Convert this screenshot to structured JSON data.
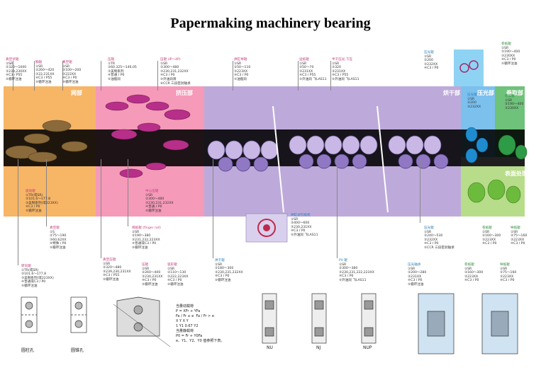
{
  "title": "Papermaking machinery bearing",
  "sections": [
    {
      "key": "wire",
      "label": "网部",
      "color": "#f6ad55"
    },
    {
      "key": "press",
      "label": "挤压部",
      "color": "#f48fb1"
    },
    {
      "key": "dryer",
      "label": "烘干部",
      "color": "#b39ddb"
    },
    {
      "key": "calender",
      "label": "压光部",
      "color": "#64b5f6"
    },
    {
      "key": "reel",
      "label": "卷取部",
      "color": "#66bb6a"
    },
    {
      "key": "coat",
      "label": "表面处理",
      "color": "#aed581"
    }
  ],
  "top_notes": [
    [
      "真空伏辊",
      "①SR",
      "②320～1000",
      "③239,230XX",
      "④C3 / P55",
      "⑤循环注油"
    ],
    [
      "胸辊",
      "①SR",
      "②260～420",
      "③22,231XX",
      "④C3 / P55",
      "⑤循环注油"
    ],
    [
      "真空辊",
      "①SR",
      "②100～200",
      "③222XX",
      "④C3 / P0",
      "⑤循环注油"
    ],
    [
      "压辊",
      "①TR",
      "②60.325～146.05",
      "③美制系列",
      "④普通 / P0",
      "⑤油脂润"
    ],
    [
      "压辊 (IP～4P)",
      "①SR",
      "②300～480",
      "③230,231,232XX",
      "④C3 / P0",
      "⑤外油润滑",
      "⑥CCR 三段密封轴承"
    ],
    [
      "烘缸导辊",
      "①SR",
      "②50～110",
      "③223XX",
      "④C3 / P0",
      "⑤油脂润"
    ],
    [
      "运纸辊",
      "①SR",
      "②50～70",
      "③231XX",
      "④C3 / P55",
      "⑤外油润 飞LAS11"
    ],
    [
      "半干压光,下压",
      "①SR",
      "②320",
      "③231XX",
      "④C3 / P55",
      "⑤外油润 飞LAS11"
    ],
    [
      "压光辊",
      "①SR",
      "②200",
      "③232XX",
      "④C3 / P0"
    ],
    [
      "卷纸辊",
      "①SR",
      "②190～400",
      "③230XX",
      "④C3 / P0",
      "⑤循环注油"
    ]
  ],
  "bottom_notes": [
    [
      "驱动辊",
      "①TR(或SR)",
      "②101.6～177.8",
      "③美制系列(或223XX)",
      "④C3 / P0",
      "⑤循环注油"
    ],
    [
      "真空辊",
      "①S",
      "②75～190",
      "③60,62XX",
      "④特殊 / P0",
      "⑤循环注油"
    ],
    [
      "转向辊",
      "①TR(或SR)",
      "②101.6～177.8",
      "③美制系列(或223XX)",
      "④普通或C3 / P0",
      "⑤循环注油"
    ],
    [
      "中心压辊",
      "①SR",
      "②300～480",
      "③230,231,232XX",
      "④普通 / P0",
      "⑤循环注油"
    ],
    [
      "揭纸辊 (finger roll)",
      "①SR",
      "②190～380",
      "③231,232,223XX",
      "④普通或C3 / P0",
      "⑤循环注油"
    ],
    [
      "真空压辊",
      "①SR",
      "②320～480",
      "③239,230,231XX",
      "④C3 / P55",
      "⑤循环注油"
    ],
    [
      "压辊",
      "①SR",
      "②260～400",
      "③230,231XX",
      "④C3 / P0",
      "⑤循环注油"
    ],
    [
      "弧形辊",
      "①SR",
      "②110～130",
      "③222,223XX",
      "④C3 / P0",
      "⑤循环注油"
    ],
    [
      "烘缸式引纸机",
      "①SR",
      "②400～600",
      "③230,231XX",
      "④C3 / P0",
      "⑤外油润 飞LAS11"
    ],
    [
      "烘干辊",
      "①SR",
      "②180～300",
      "③230,231,232XX",
      "④C3 / P0",
      "⑤循环注油"
    ],
    [
      "PV 辊",
      "①SR",
      "②300～380",
      "③230,231,222,223XX",
      "④C3 / P0",
      "⑤外油润 飞LAS11"
    ],
    [
      "压光辊",
      "①SR",
      "②240～530",
      "③232XX",
      "④C3 / P0",
      "⑤CCR 三段密封轴承"
    ],
    [
      "压光轴承",
      "①SR",
      "②200～280",
      "③231XX",
      "④C3 / P0",
      "⑤循环注油"
    ],
    [
      "卷纸辊",
      "①SR",
      "②160～300",
      "③223XX",
      "④C3 / P0"
    ],
    [
      "导纸辊",
      "①SR",
      "②75～160",
      "③223XX",
      "④C3 / P0"
    ]
  ],
  "bearing_captions": {
    "cyl": "圆柱孔",
    "taper": "圆锥孔",
    "nu": "NU",
    "nj": "NJ",
    "nup": "NUP"
  },
  "formula_lines": [
    "当量动载荷",
    "P = XFr + YFa",
    "Fa / Fr ≤ e",
    "Fa / Fr > e",
    "X  Y  X  Y",
    "1  Y1  0.67  Y2",
    "当量静载荷",
    "P0 = Fr + Y0Fa",
    "e、Y1、Y2、Y0 值参照下表。"
  ]
}
